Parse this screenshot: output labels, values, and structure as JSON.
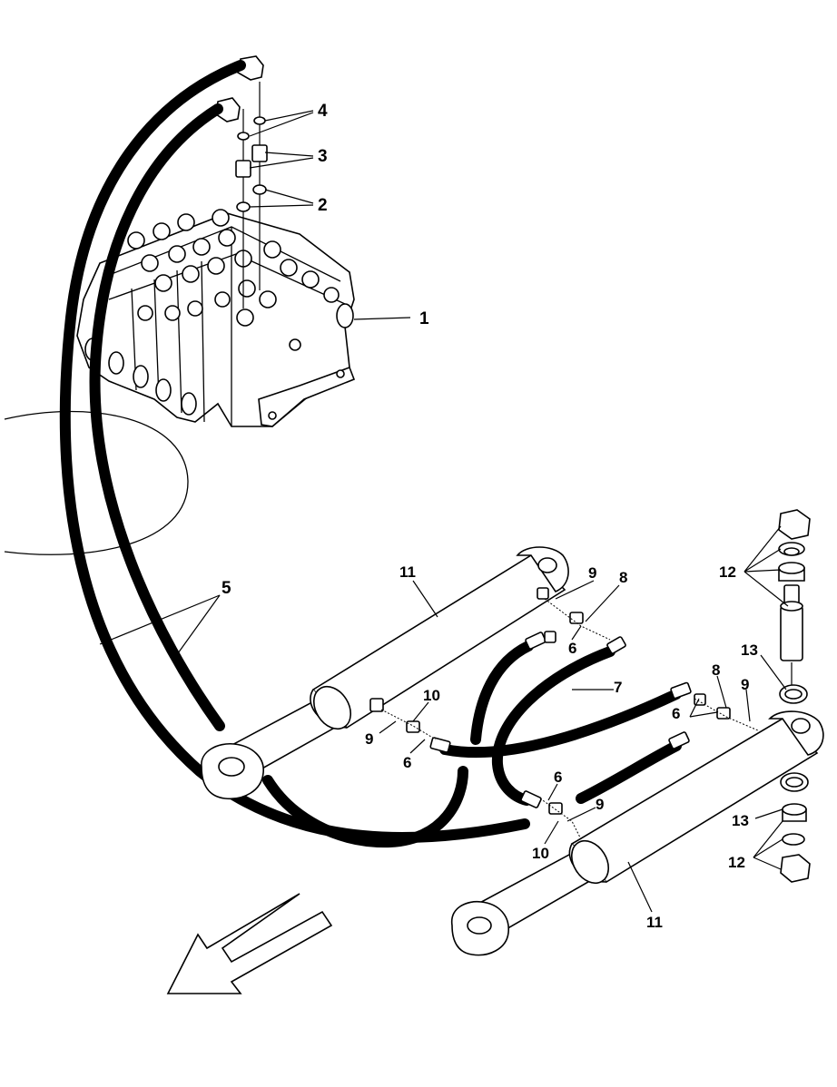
{
  "diagram": {
    "callouts": {
      "c1": "1",
      "c2": "2",
      "c3": "3",
      "c4": "4",
      "c5": "5",
      "c6a": "6",
      "c6b": "6",
      "c6c": "6",
      "c6d": "6",
      "c7": "7",
      "c8a": "8",
      "c8b": "8",
      "c9a": "9",
      "c9b": "9",
      "c9c": "9",
      "c9d": "9",
      "c10a": "10",
      "c10b": "10",
      "c11a": "11",
      "c11b": "11",
      "c12a": "12",
      "c12b": "12",
      "c13a": "13",
      "c13b": "13"
    }
  }
}
